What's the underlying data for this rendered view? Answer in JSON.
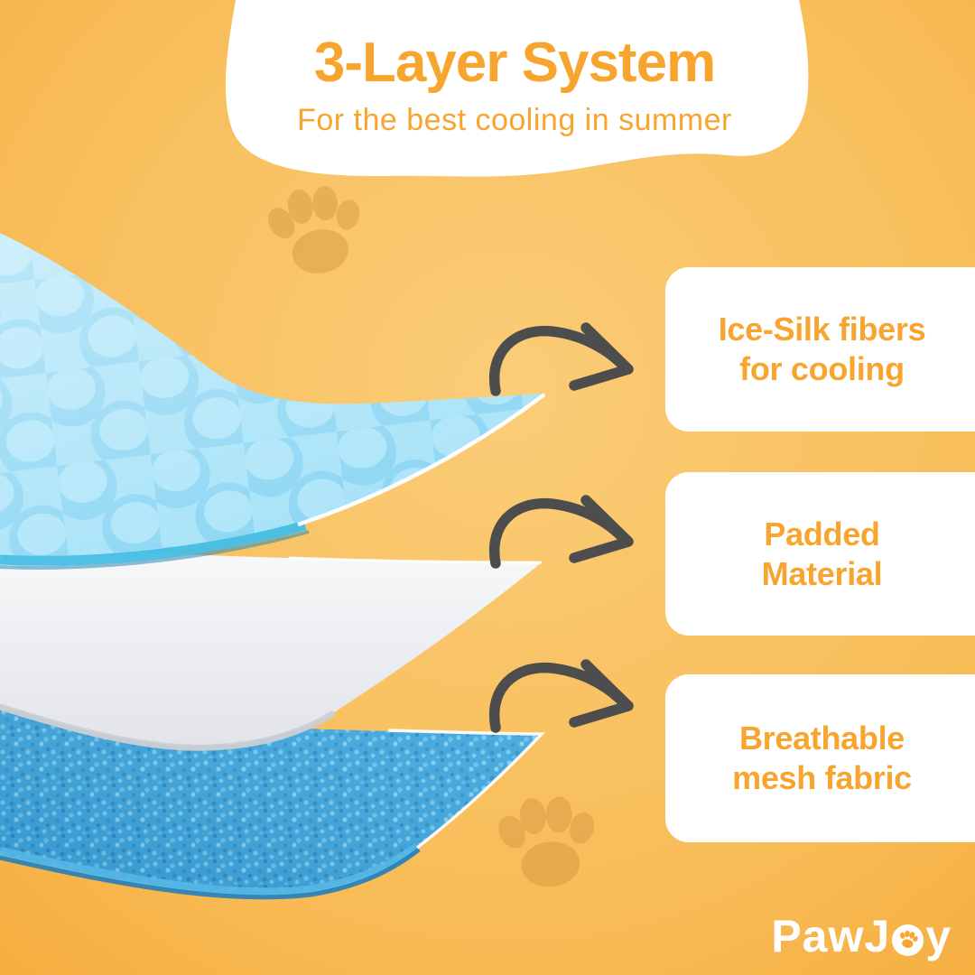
{
  "poster": {
    "title": "3-Layer System",
    "subtitle": "For the best cooling in summer",
    "features": [
      {
        "label": "Ice-Silk fibers\nfor cooling"
      },
      {
        "label": "Padded\nMaterial"
      },
      {
        "label": "Breathable\nmesh fabric"
      }
    ],
    "layers": [
      {
        "name": "ice-silk-cooling-gel-sheet",
        "color": "#A9E3F8"
      },
      {
        "name": "padded-material-sheet",
        "color": "#F2F3F6"
      },
      {
        "name": "breathable-mesh-sheet",
        "color": "#3AA4DC"
      }
    ],
    "brand": {
      "name": "PawJoy",
      "prefix": "PawJ",
      "suffix": "y"
    },
    "icons": [
      "curved-arrow-icon",
      "paw-print-icon"
    ],
    "colors": {
      "accent_orange": "#F7A52F",
      "background_center": "#FACD78",
      "background_edge": "#F49D25",
      "arrow_gray": "#4D4D4D",
      "card_bg": "#FFFFFF",
      "logo_white": "#FFFFFF",
      "paw_watermark": "#D79A44"
    }
  }
}
